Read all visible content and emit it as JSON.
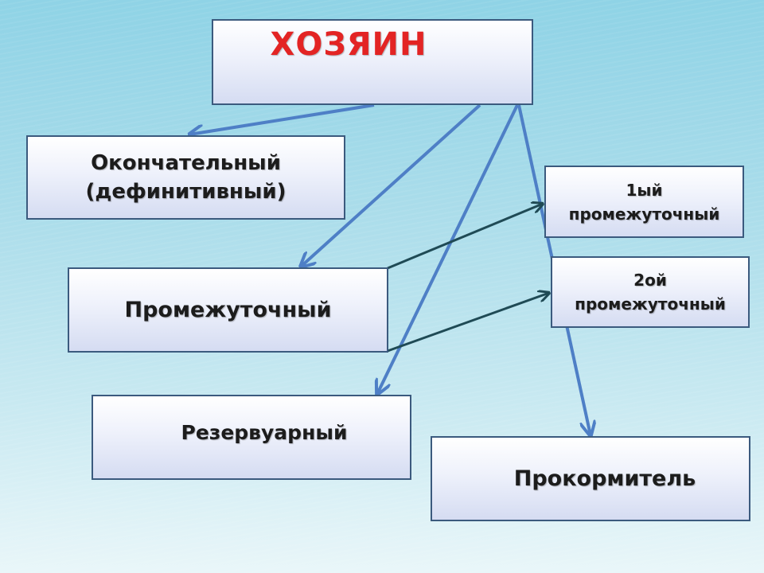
{
  "host": {
    "label": "ХОЗЯИН"
  },
  "final_host": {
    "line1": "Окончательный",
    "line2": "(дефинитивный)"
  },
  "intermediate": {
    "label": "Промежуточный"
  },
  "first_intermediate": {
    "line1": "1ый",
    "line2": "промежуточный"
  },
  "second_intermediate": {
    "line1": "2ой",
    "line2": "промежуточный"
  },
  "reservoir": {
    "label": "Резервуарный"
  },
  "feeder": {
    "label": "Прокормитель"
  },
  "colors": {
    "host_text": "#e32424",
    "blue_arrow": "#4e7fc6",
    "dark_arrow": "#1f4a55",
    "box_border": "#3b5a7e"
  }
}
